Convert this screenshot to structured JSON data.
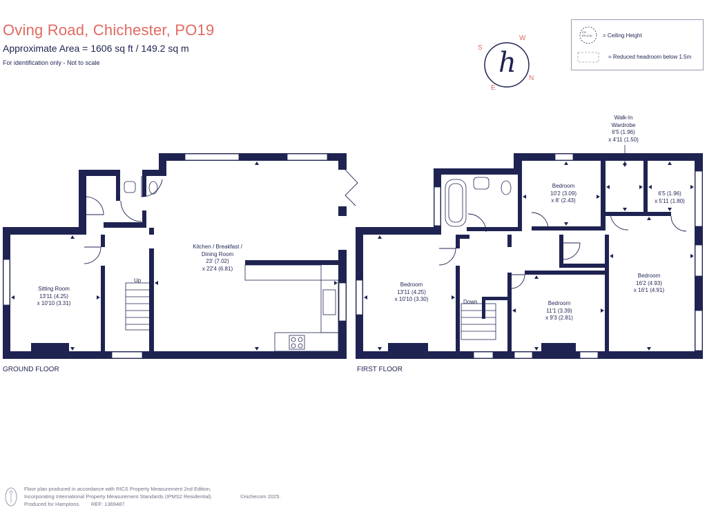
{
  "header": {
    "title": "Oving Road, Chichester, PO19",
    "area": "Approximate Area = 1606 sq ft / 149.2 sq m",
    "identification": "For identification only - Not to scale"
  },
  "compass": {
    "letters": [
      "W",
      "N",
      "E",
      "S"
    ],
    "logo_letter": "h"
  },
  "legend": {
    "ceiling_symbol": "CH\n8'5 (2.6)",
    "ceiling_label": "= Ceiling Height",
    "reduced_label": "= Reduced headroom below 1.5m"
  },
  "ground_floor": {
    "label": "GROUND FLOOR",
    "stairs_label": "Up",
    "rooms": [
      {
        "name": "Sitting Room",
        "dim1": "13'11 (4.25)",
        "dim2": "x 10'10 (3.31)"
      },
      {
        "name": "Kitchen / Breakfast /",
        "name2": "Dining Room",
        "dim1": "23' (7.02)",
        "dim2": "x 22'4 (6.81)"
      }
    ]
  },
  "first_floor": {
    "label": "FIRST FLOOR",
    "stairs_label": "Down",
    "walkin": {
      "name": "Walk-In",
      "name2": "Wardrobe",
      "dim1": "6'5 (1.96)",
      "dim2": "x 4'11 (1.50)"
    },
    "rooms": [
      {
        "name": "Bedroom",
        "dim1": "13'11 (4.25)",
        "dim2": "x 10'10 (3.30)"
      },
      {
        "name": "Bedroom",
        "dim1": "10'2 (3.09)",
        "dim2": "x 8' (2.43)"
      },
      {
        "name": "",
        "dim1": "6'5 (1.96)",
        "dim2": "x 5'11 (1.80)"
      },
      {
        "name": "Bedroom",
        "dim1": "11'1 (3.39)",
        "dim2": "x 9'3 (2.81)"
      },
      {
        "name": "Bedroom",
        "dim1": "16'2 (4.93)",
        "dim2": "x 16'1 (4.91)"
      }
    ]
  },
  "footer": {
    "line1": "Floor plan produced in accordance with RICS Property Measurement 2nd Edition,",
    "line2": "Incorporating International Property Measurement Standards (IPMS2 Residential).",
    "copyright": "©nichecom 2025.",
    "produced": "Produced for Hamptons.",
    "ref": "REF:  1369487"
  },
  "colors": {
    "wall": "#1f2351",
    "title": "#e06a61",
    "footer": "#6e7086",
    "window": "#ffffff"
  }
}
